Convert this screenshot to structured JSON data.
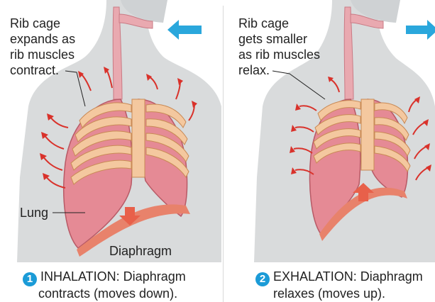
{
  "inhalation": {
    "rib_label_l1": "Rib cage",
    "rib_label_l2": "expands as",
    "rib_label_l3": "rib muscles",
    "rib_label_l4": "contract.",
    "lung_label": "Lung",
    "diaphragm_label": "Diaphragm",
    "number": "1",
    "caption_l1": "INHALATION: Diaphragm",
    "caption_l2": "contracts (moves down)."
  },
  "exhalation": {
    "rib_label_l1": "Rib cage",
    "rib_label_l2": "gets smaller",
    "rib_label_l3": "as rib muscles",
    "rib_label_l4": "relax.",
    "number": "2",
    "caption_l1": "EXHALATION: Diaphragm",
    "caption_l2": "relaxes (moves up)."
  },
  "colors": {
    "body": "#d9dbdc",
    "lung": "#e58a95",
    "rib": "#f4c89f",
    "arrow_red": "#d9322b",
    "air_arrow": "#2aa7dc",
    "badge": "#1b9bd7"
  }
}
